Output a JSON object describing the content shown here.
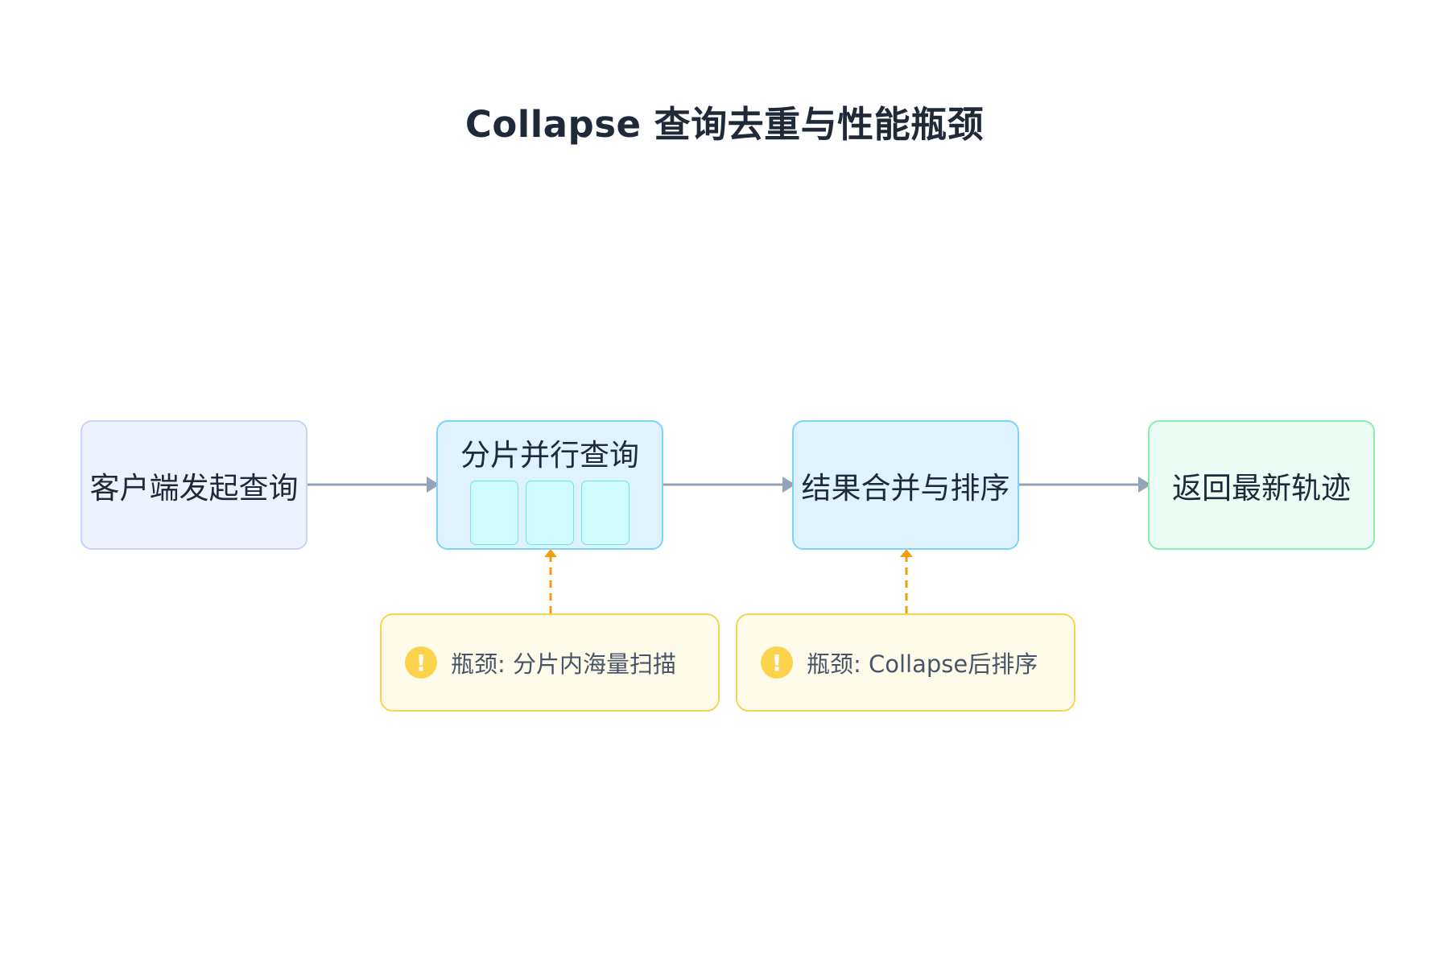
{
  "diagram": {
    "title": "Collapse 查询去重与性能瓶颈",
    "nodes": {
      "client": {
        "label": "客户端发起查询"
      },
      "shard_query": {
        "label": "分片并行查询",
        "shard_count": 3
      },
      "merge_sort": {
        "label": "结果合并与排序"
      },
      "return_latest": {
        "label": "返回最新轨迹"
      }
    },
    "bottlenecks": [
      {
        "text": "瓶颈: 分片内海量扫描",
        "icon": "warning-icon",
        "target": "shard_query"
      },
      {
        "text": "瓶颈: Collapse后排序",
        "icon": "warning-icon",
        "target": "merge_sort"
      }
    ],
    "edges": [
      {
        "from": "client",
        "to": "shard_query",
        "style": "solid"
      },
      {
        "from": "shard_query",
        "to": "merge_sort",
        "style": "solid"
      },
      {
        "from": "merge_sort",
        "to": "return_latest",
        "style": "solid"
      }
    ],
    "colors": {
      "arrow": "#94a3b8",
      "bottleneck_arrow": "#f59e0b",
      "warning": "#fcd34d"
    }
  }
}
